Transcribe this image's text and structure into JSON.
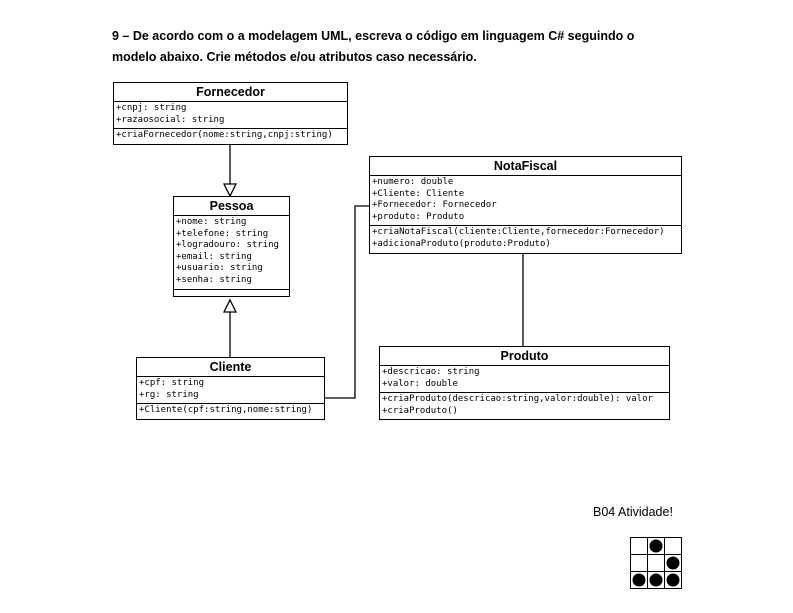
{
  "question": {
    "line1": "9 – De acordo com o a modelagem UML, escreva o código em linguagem C#  seguindo o",
    "line2": "modelo abaixo. Crie métodos e/ou atributos caso necessário."
  },
  "classes": {
    "fornecedor": {
      "name": "Fornecedor",
      "attributes": [
        "+cnpj: string",
        "+razaosocial: string"
      ],
      "methods": [
        "+criaFornecedor(nome:string,cnpj:string)"
      ]
    },
    "pessoa": {
      "name": "Pessoa",
      "attributes": [
        "+nome: string",
        "+telefone: string",
        "+logradouro: string",
        "+email: string",
        "+usuario: string",
        "+senha: string"
      ],
      "methods": []
    },
    "cliente": {
      "name": "Cliente",
      "attributes": [
        "+cpf: string",
        "+rg: string"
      ],
      "methods": [
        "+Cliente(cpf:string,nome:string)"
      ]
    },
    "notafiscal": {
      "name": "NotaFiscal",
      "attributes": [
        "+numero: double",
        "+Cliente: Cliente",
        "+Fornecedor: Fornecedor",
        "+produto: Produto"
      ],
      "methods": [
        "+criaNotaFiscal(cliente:Cliente,fornecedor:Fornecedor)",
        "+adicionaProduto(produto:Produto)"
      ]
    },
    "produto": {
      "name": "Produto",
      "attributes": [
        "+descricao: string",
        "+valor: double"
      ],
      "methods": [
        "+criaProduto(descricao:string,valor:double): valor",
        "+criaProduto()"
      ]
    }
  },
  "footer": {
    "activity_label": "B04 Atividade!",
    "dot_grid": [
      [
        0,
        1,
        0
      ],
      [
        0,
        0,
        1
      ],
      [
        1,
        1,
        1
      ]
    ]
  }
}
